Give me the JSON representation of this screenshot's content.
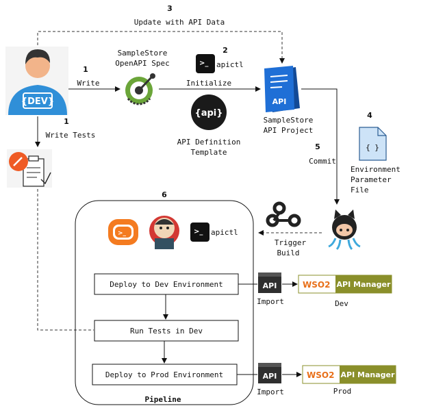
{
  "labels": {
    "step1_write": "1",
    "write": "Write",
    "step1_tests": "1",
    "write_tests": "Write Tests",
    "openapi_spec_line1": "SampleStore",
    "openapi_spec_line2": "OpenAPI Spec",
    "step2": "2",
    "apictl_top": "apictl",
    "initialize": "Initialize",
    "api_template_line1": "API Definition",
    "api_template_line2": "Template",
    "step3": "3",
    "update_with_api_data": "Update with API Data",
    "project_line1": "SampleStore",
    "project_line2": "API Project",
    "step4": "4",
    "env_param_line1": "Environment",
    "env_param_line2": "Parameter",
    "env_param_line3": "File",
    "step5": "5",
    "commit": "Commit",
    "trigger_line1": "Trigger",
    "trigger_line2": "Build",
    "step6": "6",
    "apictl_pipeline": "apictl",
    "deploy_dev": "Deploy to Dev Environment",
    "run_tests": "Run Tests in Dev",
    "deploy_prod": "Deploy to Prod Environment",
    "pipeline": "Pipeline",
    "import_dev": "Import",
    "import_prod": "Import",
    "dev": "Dev",
    "prod": "Prod"
  },
  "icons": {
    "dev_avatar_text": "{DEV}",
    "api_badge_text": "API",
    "api_circle_text": "{api}",
    "file_text": "{ }",
    "import_api_text_dev": "API",
    "import_api_text_prod": "API",
    "wso2_brand_dev": "WSO2",
    "wso2_brand_prod": "WSO2",
    "api_manager_dev": "API Manager",
    "api_manager_prod": "API Manager",
    "terminal_prompt": ">_"
  },
  "colors": {
    "line": "#111111",
    "dashed": "#333333",
    "wso2_olive": "#8a8f2a",
    "wso2_orange": "#e8701a",
    "api_blue": "#1f6fd6",
    "dev_blue": "#2f8fd8",
    "skin": "#f2b48a",
    "hair": "#333333"
  }
}
